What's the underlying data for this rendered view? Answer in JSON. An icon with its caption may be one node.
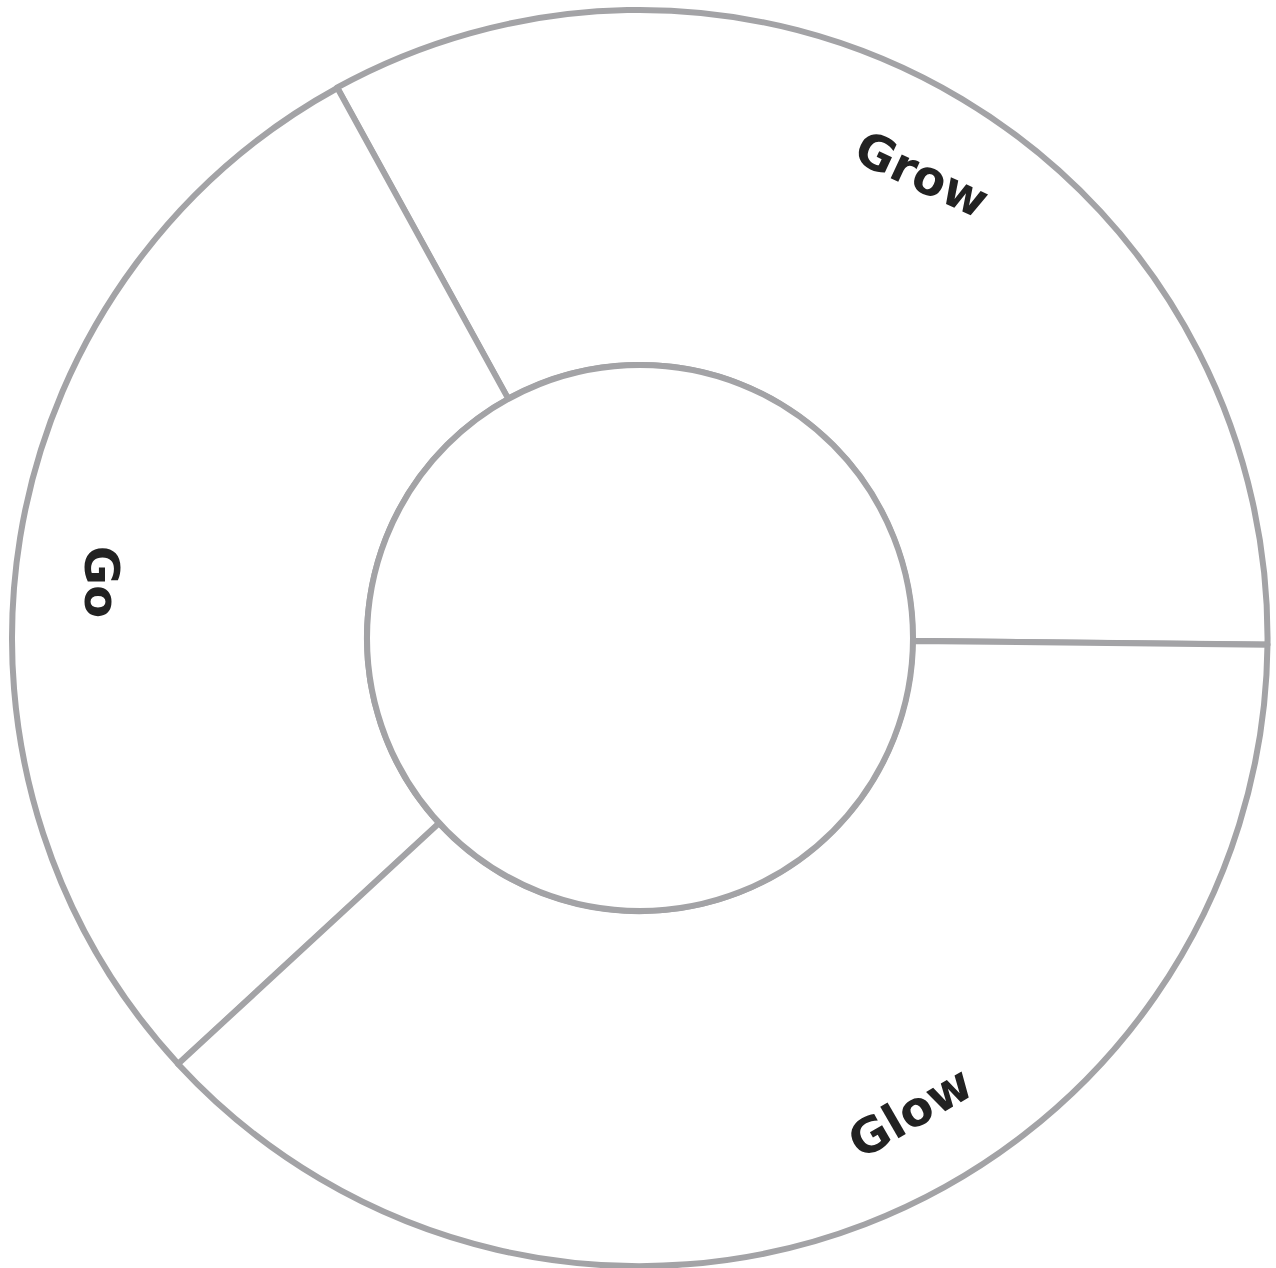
{
  "diagram": {
    "nodes": [
      {
        "text": [
          "Grow"
        ]
      },
      {
        "text": [
          "Go"
        ]
      },
      {
        "text": [
          "Glow"
        ]
      },
      {
        "text": [],
        "shape": "circle"
      }
    ]
  }
}
